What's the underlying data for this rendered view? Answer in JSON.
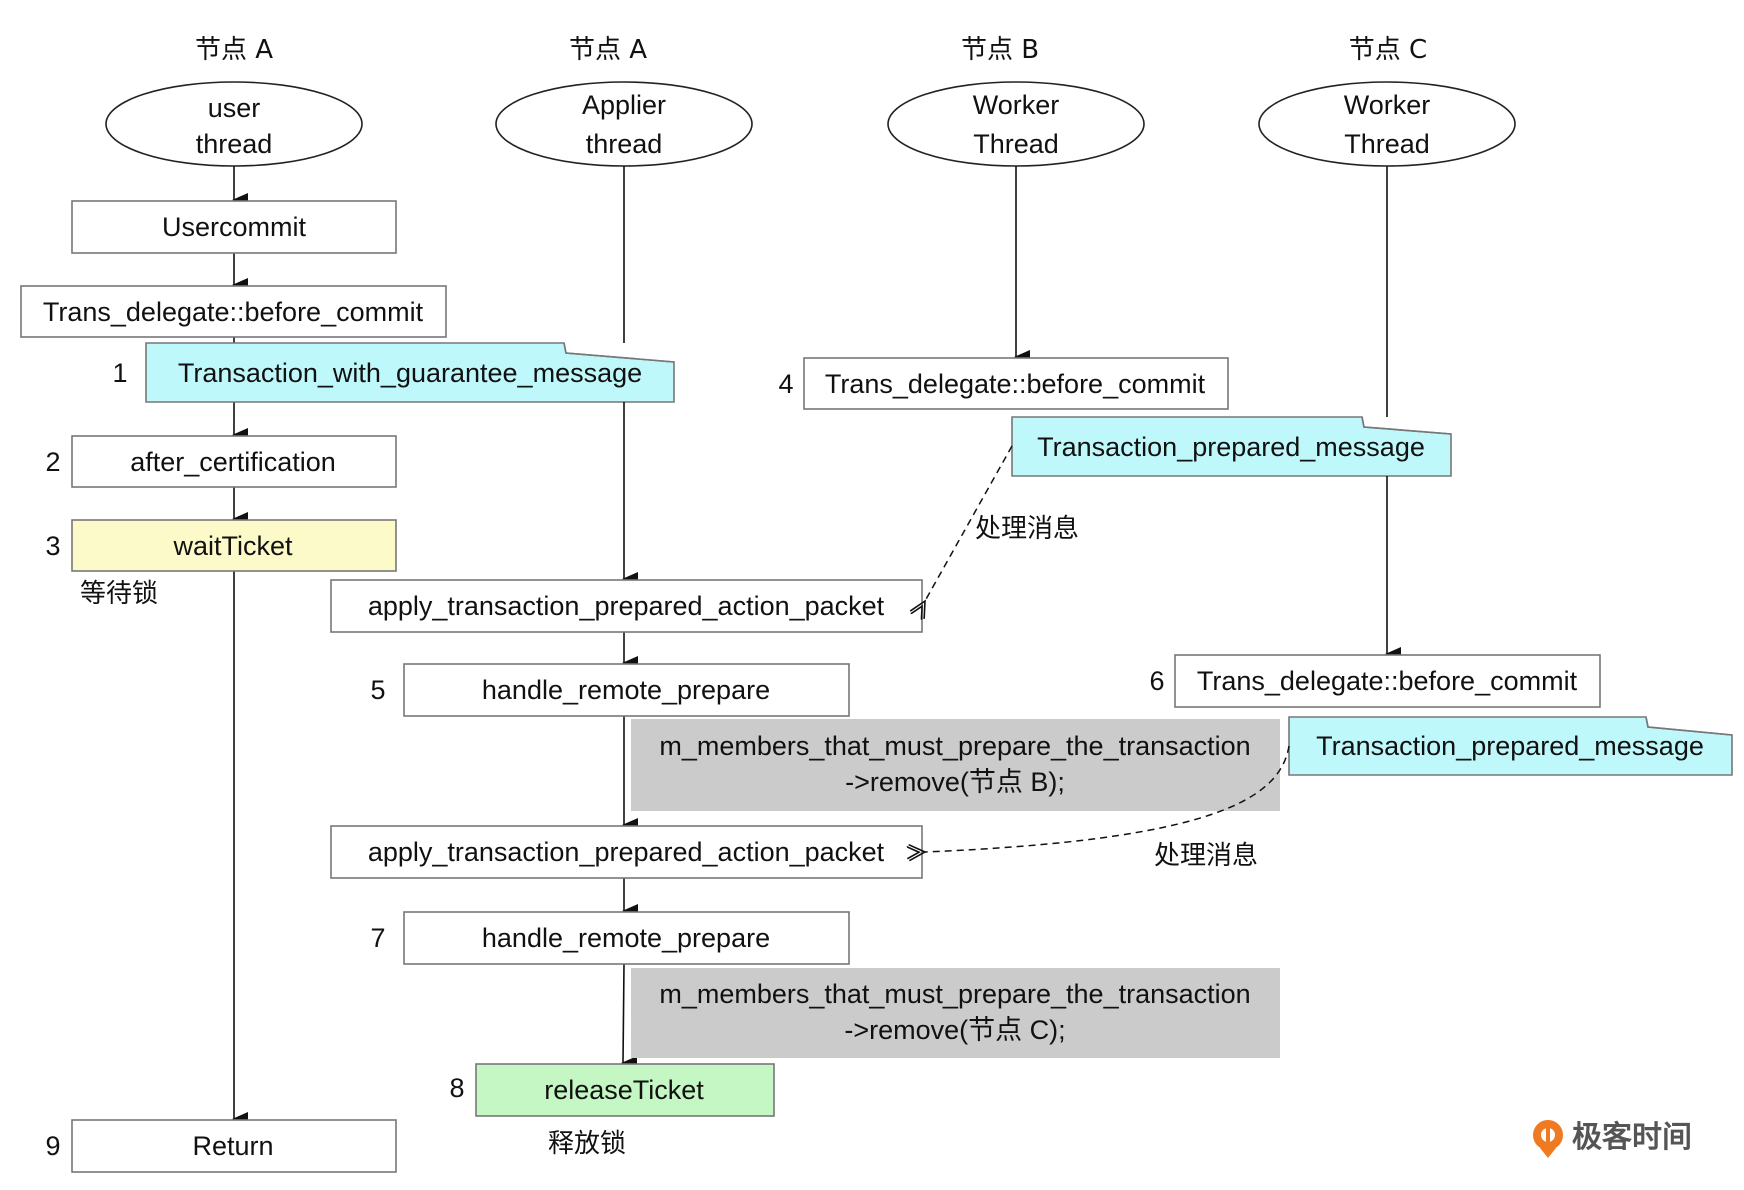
{
  "columns": [
    {
      "node": "节点 A",
      "thread_line1": "user",
      "thread_line2": "thread"
    },
    {
      "node": "节点 A",
      "thread_line1": "Applier",
      "thread_line2": "thread"
    },
    {
      "node": "节点 B",
      "thread_line1": "Worker",
      "thread_line2": "Thread"
    },
    {
      "node": "节点 C",
      "thread_line1": "Worker",
      "thread_line2": "Thread"
    }
  ],
  "nodeA_user": {
    "usercommit": "Usercommit",
    "before_commit": "Trans_delegate::before_commit",
    "msg_step": "1",
    "msg": "Transaction_with_guarantee_message",
    "step2": "2",
    "after_certification": "after_certification",
    "step3": "3",
    "wait_ticket": "waitTicket",
    "wait_note": "等待锁",
    "step9": "9",
    "return": "Return"
  },
  "nodeA_applier": {
    "apply1": "apply_transaction_prepared_action_packet",
    "step5": "5",
    "handle5": "handle_remote_prepare",
    "remove_b_line1": "m_members_that_must_prepare_the_transaction",
    "remove_b_line2": "->remove(节点 B);",
    "apply2": "apply_transaction_prepared_action_packet",
    "step7": "7",
    "handle7": "handle_remote_prepare",
    "remove_c_line1": "m_members_that_must_prepare_the_transaction",
    "remove_c_line2": "->remove(节点 C);",
    "step8": "8",
    "release_ticket": "releaseTicket",
    "release_note": "释放锁"
  },
  "nodeB": {
    "step4": "4",
    "before_commit": "Trans_delegate::before_commit",
    "msg": "Transaction_prepared_message",
    "process_label": "处理消息"
  },
  "nodeC": {
    "step6": "6",
    "before_commit": "Trans_delegate::before_commit",
    "msg": "Transaction_prepared_message",
    "process_label": "处理消息"
  },
  "colors": {
    "message_note": "#bff8fb",
    "wait_box": "#fbfac8",
    "release_box": "#c4f7c4",
    "gray_note": "#cbcbcb",
    "logo_orange": "#f07a21"
  },
  "logo": {
    "text": "极客时间"
  }
}
